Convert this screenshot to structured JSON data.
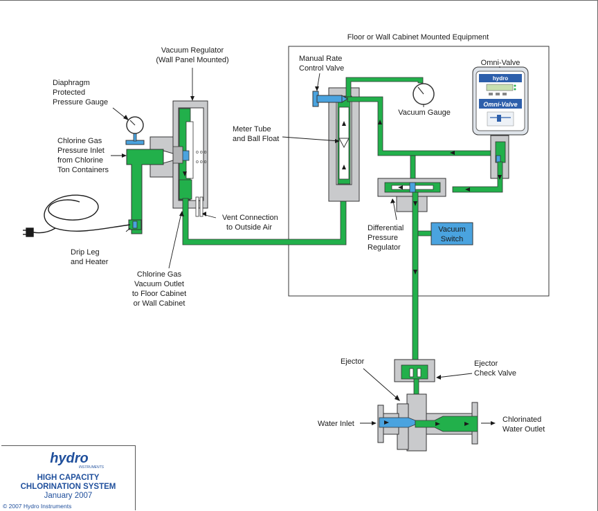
{
  "labels": {
    "cabinet_title": "Floor or Wall Cabinet Mounted Equipment",
    "vacuum_regulator": [
      "Vacuum Regulator",
      "(Wall Panel Mounted)"
    ],
    "diaphragm_gauge": [
      "Diaphragm",
      "Protected",
      "Pressure Gauge"
    ],
    "gas_inlet": [
      "Chlorine Gas",
      "Pressure Inlet",
      "from Chlorine",
      "Ton Containers"
    ],
    "drip_leg": [
      "Drip Leg",
      "and Heater"
    ],
    "vent": [
      "Vent Connection",
      "to Outside Air"
    ],
    "vacuum_outlet": [
      "Chlorine Gas",
      "Vacuum Outlet",
      "to Floor Cabinet",
      "or Wall Cabinet"
    ],
    "manual_rate": [
      "Manual Rate",
      "Control Valve"
    ],
    "meter_tube": [
      "Meter Tube",
      "and Ball Float"
    ],
    "vacuum_gauge": "Vacuum Gauge",
    "omni_valve": "Omni-Valve",
    "dpr": [
      "Differential",
      "Pressure",
      "Regulator"
    ],
    "vacuum_switch": [
      "Vacuum",
      "Switch"
    ],
    "ejector": "Ejector",
    "check_valve": [
      "Ejector",
      "Check Valve"
    ],
    "water_inlet": "Water Inlet",
    "water_outlet": [
      "Chlorinated",
      "Water Outlet"
    ]
  },
  "device": {
    "logo_text": "hydro",
    "name_text": "Omni-Valve"
  },
  "branding": {
    "logo_text": "hydro",
    "logo_sub": "INSTRUMENTS",
    "title_line1": "HIGH CAPACITY",
    "title_line2": "CHLORINATION SYSTEM",
    "date": "January 2007",
    "copyright": "© 2007 Hydro Instruments"
  },
  "colors": {
    "gas_line": "#22b04b",
    "water": "#4aa3df",
    "body_gray": "#c9cacc",
    "outline": "#333333",
    "brand_blue": "#1f4f9c"
  }
}
